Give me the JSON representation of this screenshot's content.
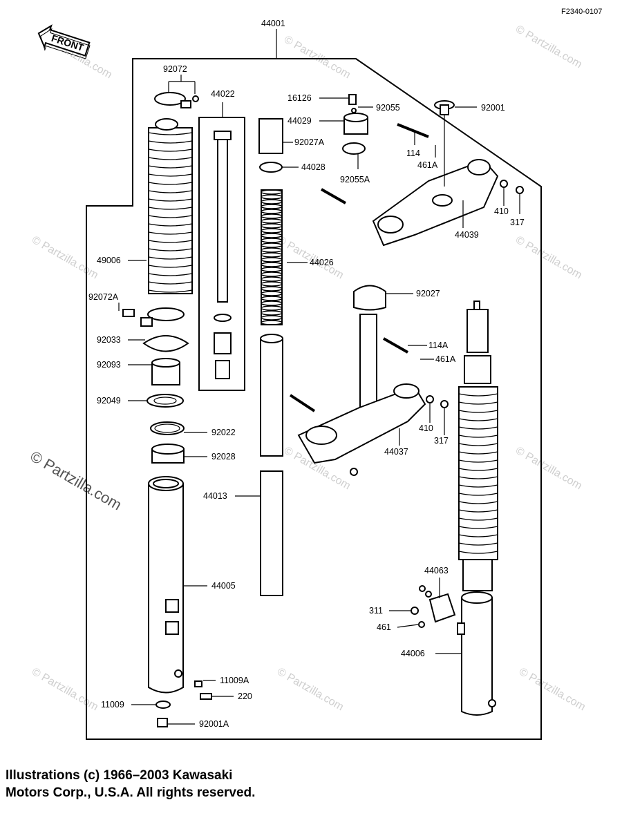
{
  "diagram_id": "F2340-0107",
  "front_label": "FRONT",
  "assembly_number": "44001",
  "labels": {
    "p92072": "92072",
    "p44022": "44022",
    "p16126": "16126",
    "p92055": "92055",
    "p92001": "92001",
    "p44029": "44029",
    "p92027A": "92027A",
    "p114": "114",
    "p461A_top": "461A",
    "p44028": "44028",
    "p92055A": "92055A",
    "p410_top": "410",
    "p317_top": "317",
    "p44039": "44039",
    "p49006": "49006",
    "p44026": "44026",
    "p92072A": "92072A",
    "p92027": "92027",
    "p92033": "92033",
    "p114A": "114A",
    "p461A_mid": "461A",
    "p92093": "92093",
    "p92049": "92049",
    "p410_mid": "410",
    "p317_mid": "317",
    "p92022": "92022",
    "p44037": "44037",
    "p92028": "92028",
    "p44013": "44013",
    "p44005": "44005",
    "p44063": "44063",
    "p311": "311",
    "p461": "461",
    "p44006": "44006",
    "p11009A": "11009A",
    "p220": "220",
    "p11009": "11009",
    "p92001A": "92001A"
  },
  "watermark": "© Partzilla.com",
  "copyright": {
    "line1": "Illustrations (c) 1966–2003 Kawasaki",
    "line2": "Motors Corp., U.S.A.  All rights reserved."
  }
}
